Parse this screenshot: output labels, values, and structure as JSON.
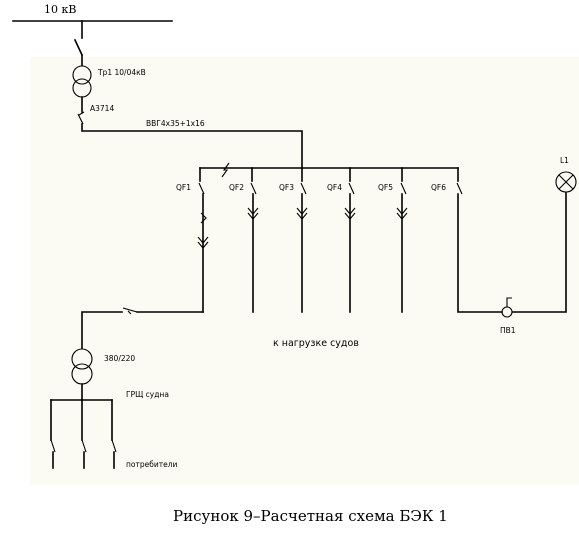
{
  "diagram": {
    "source_voltage": "10 кВ",
    "transformer_main": "Тр1 10/04кВ",
    "main_breaker": "А3714",
    "cable": "ВВГ4х35+1х16",
    "feeders": [
      "QF1",
      "QF2",
      "QF3",
      "QF4",
      "QF5",
      "QF6"
    ],
    "lamp": "L1",
    "switch_pv": "ПВ1",
    "load_label": "к нагрузке судов",
    "transformer_ship": "380/220",
    "panel": "ГРЩ судна",
    "consumers": "потребители"
  },
  "caption": "Рисунок 9–Расчетная схема БЭК 1"
}
